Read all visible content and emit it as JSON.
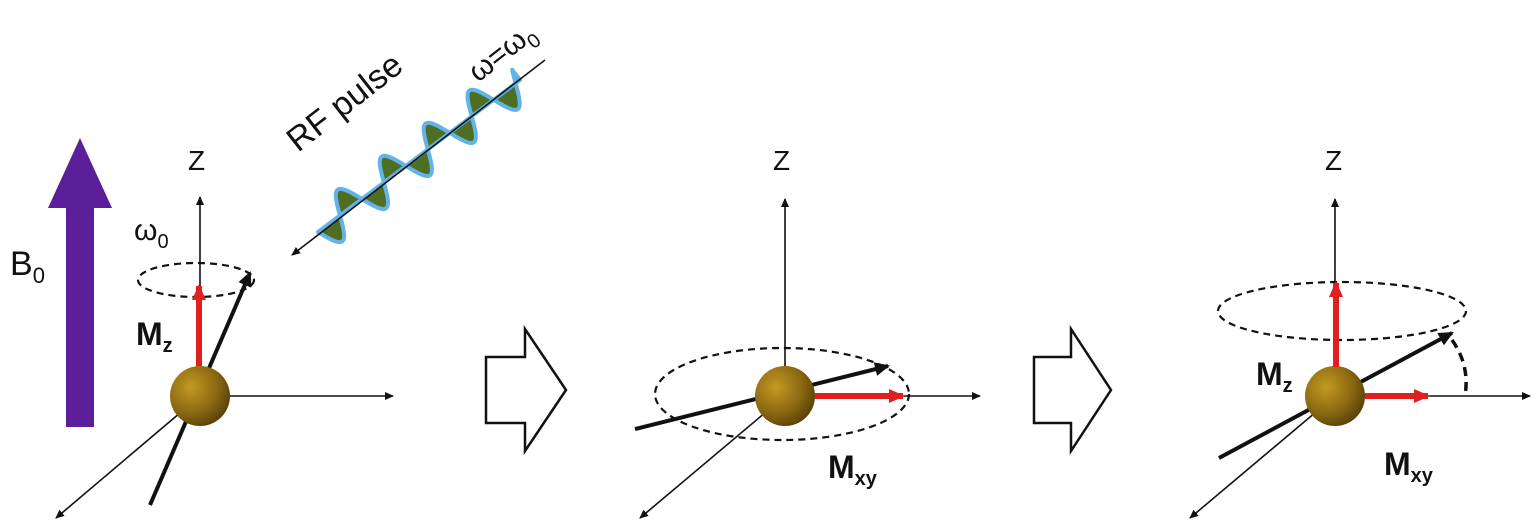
{
  "labels": {
    "b0_main": "B",
    "b0_sub": "0",
    "omega0_main": "ω",
    "omega0_sub": "0",
    "rf_pulse": "RF pulse",
    "resonance_main": "ω=ω",
    "resonance_sub": "0",
    "z_axis": "Z",
    "mz_main": "M",
    "mz_sub": "z",
    "mxy_main": "M",
    "mxy_sub": "xy"
  },
  "colors": {
    "b0_arrow": "#5b1f99",
    "magnetization": "#e02020",
    "sphere_light": "#c29a22",
    "sphere_dark": "#5a4208",
    "rf_wave_fill": "#4f6e22",
    "rf_wave_outline": "#62b4e8"
  },
  "icons": {
    "stage_transition_arrow": "hollow-right-arrow"
  }
}
